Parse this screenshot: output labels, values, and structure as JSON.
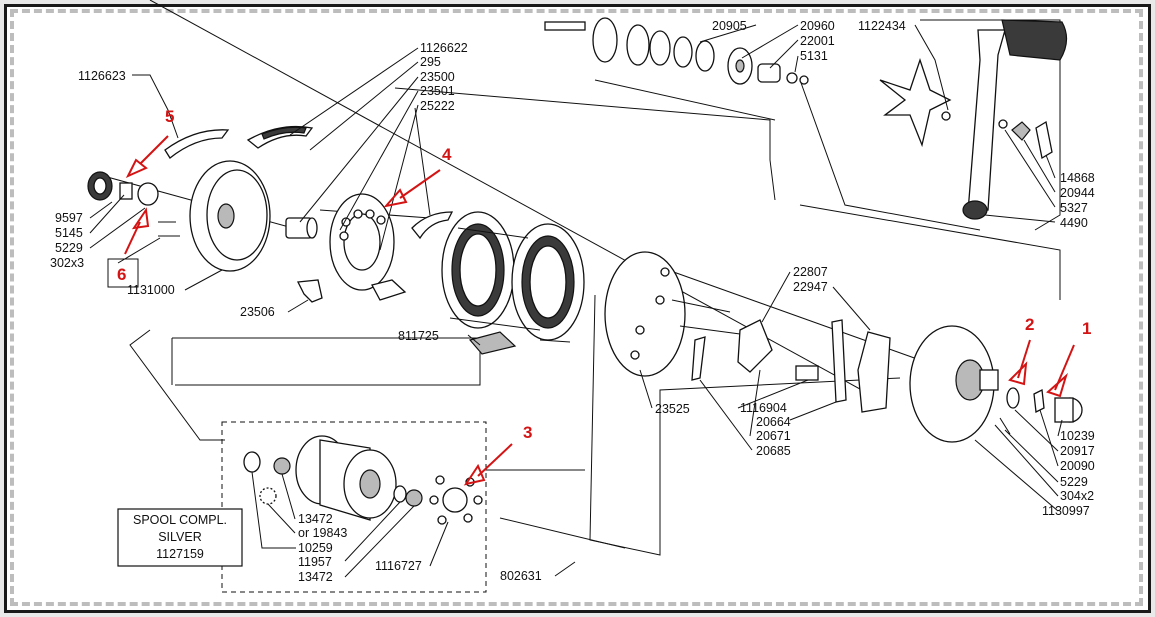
{
  "labels": {
    "p1126623": "1126623",
    "p1126622": "1126622",
    "p295": "295",
    "p23500": "23500",
    "p23501": "23501",
    "p25222": "25222",
    "p9597": "9597",
    "p5145": "5145",
    "p5229a": "5229",
    "p302x3": "302x3",
    "p1131000": "1131000",
    "p23506": "23506",
    "p811725": "811725",
    "p20905": "20905",
    "p20960": "20960",
    "p22001": "22001",
    "p5131": "5131",
    "p1122434": "1122434",
    "p14868": "14868",
    "p20944": "20944",
    "p5327": "5327",
    "p4490": "4490",
    "p22807": "22807",
    "p22947": "22947",
    "p23525": "23525",
    "p1116904": "1116904",
    "p20664": "20664",
    "p20671": "20671",
    "p20685": "20685",
    "p10239": "10239",
    "p20917": "20917",
    "p20090": "20090",
    "p5229b": "5229",
    "p304x2": "304x2",
    "p1130997": "1130997",
    "p13472a": "13472",
    "p19843": "or 19843",
    "p10259": "10259",
    "p11957": "11957",
    "p13472b": "13472",
    "p1116727": "1116727",
    "p802631": "802631"
  },
  "spool_box": {
    "line1": "SPOOL COMPL.",
    "line2": "SILVER",
    "line3": "1127159"
  },
  "callouts": {
    "c1": "1",
    "c2": "2",
    "c3": "3",
    "c4": "4",
    "c5": "5",
    "c6": "6"
  },
  "colors": {
    "callout": "#d41414",
    "ink": "#111111",
    "frame_dash": "#bdbdbd"
  }
}
